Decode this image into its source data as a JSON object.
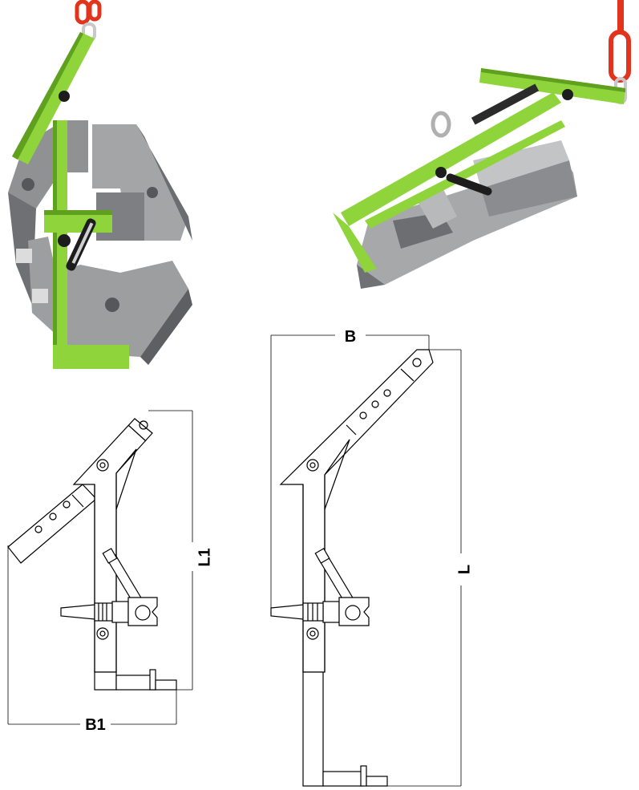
{
  "labels": {
    "L1": "L1",
    "B1": "B1",
    "B": "B",
    "L": "L"
  },
  "colors": {
    "frame_green": "#8ed43a",
    "frame_green_dark": "#5fa01e",
    "steel": "#9a9c9e",
    "steel_dark": "#5b5d60",
    "chain_red": "#e2331c",
    "line": "#000000"
  },
  "photos": {
    "left": {
      "name": "fixture-photo-vertical"
    },
    "right": {
      "name": "fixture-photo-angled"
    }
  }
}
